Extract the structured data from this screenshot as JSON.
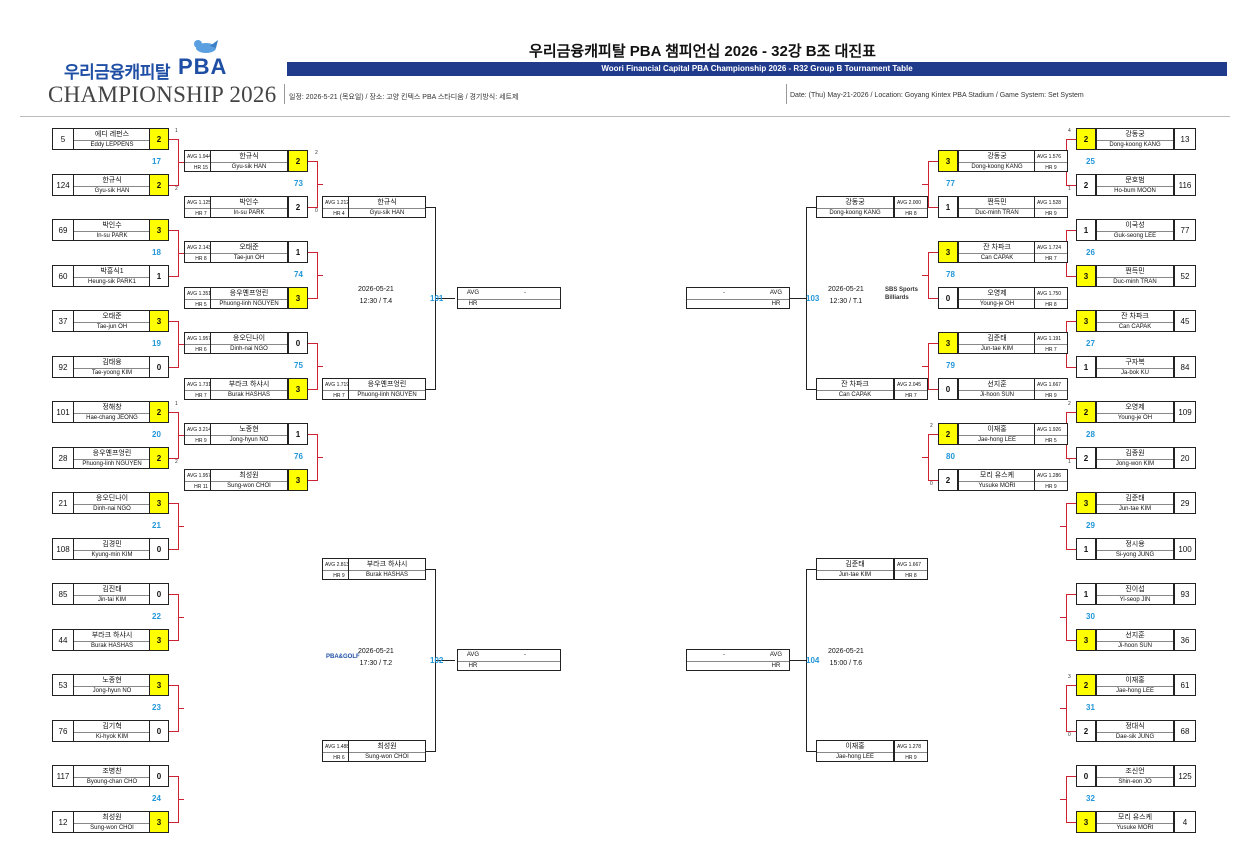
{
  "logo": {
    "ko": "우리금융캐피탈",
    "pba": "PBA",
    "champ": "CHAMPIONSHIP 2026"
  },
  "title": {
    "ko": "우리금융캐피탈 PBA 챔피언십 2026 - 32강 B조 대진표",
    "en": "Woori Financial Capital PBA Championship 2026 - R32 Group B Tournament Table",
    "info_ko": "일정: 2026-5-21 (목요일) / 장소: 고양 킨텍스 PBA 스타디움 / 경기방식: 세트제",
    "info_en": "Date: (Thu) May-21-2026 / Location: Goyang Kintex PBA Stadium / Game System: Set System"
  },
  "labels": {
    "avg": "AVG",
    "hr": "HR",
    "dash": "-"
  },
  "r1": [
    {
      "seed": "5",
      "ko": "에디 레펀스",
      "en": "Eddy LEPPENS",
      "score": "2",
      "win": true,
      "tb": "1"
    },
    {
      "seed": "124",
      "ko": "한규식",
      "en": "Gyu-sik HAN",
      "score": "2",
      "win": true,
      "tb": "2"
    },
    {
      "seed": "69",
      "ko": "박인수",
      "en": "In-su PARK",
      "score": "3",
      "win": true,
      "tb": ""
    },
    {
      "seed": "60",
      "ko": "박흥식1",
      "en": "Heung-sik PARK1",
      "score": "1",
      "win": false,
      "tb": ""
    },
    {
      "seed": "37",
      "ko": "오태준",
      "en": "Tae-jun OH",
      "score": "3",
      "win": true,
      "tb": ""
    },
    {
      "seed": "92",
      "ko": "김태융",
      "en": "Tae-yoong KIM",
      "score": "0",
      "win": false,
      "tb": ""
    },
    {
      "seed": "101",
      "ko": "정해창",
      "en": "Hae-chang JEONG",
      "score": "2",
      "win": true,
      "tb": "1"
    },
    {
      "seed": "28",
      "ko": "응우옌프엉린",
      "en": "Phuong-linh NGUYEN",
      "score": "2",
      "win": true,
      "tb": "2"
    },
    {
      "seed": "21",
      "ko": "응오딘나이",
      "en": "Dinh-nai NGO",
      "score": "3",
      "win": true,
      "tb": ""
    },
    {
      "seed": "108",
      "ko": "김경민",
      "en": "Kyung-min KIM",
      "score": "0",
      "win": false,
      "tb": ""
    },
    {
      "seed": "85",
      "ko": "김진태",
      "en": "Jin-tai KIM",
      "score": "0",
      "win": false,
      "tb": ""
    },
    {
      "seed": "44",
      "ko": "부라크 하샤시",
      "en": "Burak HASHAS",
      "score": "3",
      "win": true,
      "tb": ""
    },
    {
      "seed": "53",
      "ko": "노종현",
      "en": "Jong-hyun NO",
      "score": "3",
      "win": true,
      "tb": ""
    },
    {
      "seed": "76",
      "ko": "김기혁",
      "en": "Ki-hyok KIM",
      "score": "0",
      "win": false,
      "tb": ""
    },
    {
      "seed": "117",
      "ko": "조병찬",
      "en": "Byoung-chan CHO",
      "score": "0",
      "win": false,
      "tb": ""
    },
    {
      "seed": "12",
      "ko": "최성원",
      "en": "Sung-won CHOI",
      "score": "3",
      "win": true,
      "tb": ""
    }
  ],
  "r1_matches": [
    "17",
    "18",
    "19",
    "20",
    "21",
    "22",
    "23",
    "24"
  ],
  "r2": [
    {
      "avg": "AVG 1.944",
      "hr": "HR 15",
      "ko": "한규식",
      "en": "Gyu-sik HAN",
      "score": "2",
      "win": true,
      "tb": "2"
    },
    {
      "avg": "AVG 1.125",
      "hr": "HR 7",
      "ko": "박인수",
      "en": "In-su PARK",
      "score": "2",
      "win": false,
      "tb": "0"
    },
    {
      "avg": "AVG 2.143",
      "hr": "HR 8",
      "ko": "오태준",
      "en": "Tae-jun OH",
      "score": "1",
      "win": false,
      "tb": ""
    },
    {
      "avg": "AVG 1.351",
      "hr": "HR 5",
      "ko": "응우옌프엉린",
      "en": "Phuong-linh NGUYEN",
      "score": "3",
      "win": true,
      "tb": ""
    },
    {
      "avg": "AVG 1.957",
      "hr": "HR 6",
      "ko": "응오딘나이",
      "en": "Dinh-nai NGO",
      "score": "0",
      "win": false,
      "tb": ""
    },
    {
      "avg": "AVG 1.731",
      "hr": "HR 7",
      "ko": "부라크 하샤시",
      "en": "Burak HASHAS",
      "score": "3",
      "win": true,
      "tb": ""
    },
    {
      "avg": "AVG 3.214",
      "hr": "HR 9",
      "ko": "노종현",
      "en": "Jong-hyun NO",
      "score": "1",
      "win": false,
      "tb": ""
    },
    {
      "avg": "AVG 1.957",
      "hr": "HR 11",
      "ko": "최성원",
      "en": "Sung-won CHOI",
      "score": "3",
      "win": true,
      "tb": ""
    }
  ],
  "r2_matches": [
    "73",
    "74",
    "75",
    "76"
  ],
  "r3": [
    {
      "avg": "AVG 1.212",
      "hr": "HR 4",
      "ko": "한규식",
      "en": "Gyu-sik HAN"
    },
    {
      "avg": "AVG 1.719",
      "hr": "HR 7",
      "ko": "응우옌프엉린",
      "en": "Phuong-linh NGUYEN"
    },
    {
      "avg": "AVG 2.813",
      "hr": "HR 9",
      "ko": "부라크 하샤시",
      "en": "Burak HASHAS"
    },
    {
      "avg": "AVG 1.488",
      "hr": "HR 6",
      "ko": "최성원",
      "en": "Sung-won CHOI"
    }
  ],
  "left_finals": [
    {
      "date": "2026-05-21",
      "time": "12:30 / T.4",
      "match": "101"
    },
    {
      "date": "2026-05-21",
      "time": "17:30 / T.2",
      "match": "102"
    }
  ],
  "right_finals": [
    {
      "date": "2026-05-21",
      "time": "12:30 / T.1",
      "match": "103"
    },
    {
      "date": "2026-05-21",
      "time": "15:00 / T.6",
      "match": "104"
    }
  ],
  "sponsors": {
    "sbs": "SBS Sports Billiards",
    "pbagolf": "PBA&GOLF"
  },
  "rr1": [
    {
      "seed": "13",
      "ko": "강동궁",
      "en": "Dong-koong KANG",
      "score": "2",
      "win": true,
      "tb": "4"
    },
    {
      "seed": "116",
      "ko": "문호범",
      "en": "Ho-bum MOON",
      "score": "2",
      "win": false,
      "tb": "1"
    },
    {
      "seed": "77",
      "ko": "이국성",
      "en": "Guk-seong LEE",
      "score": "1",
      "win": false,
      "tb": ""
    },
    {
      "seed": "52",
      "ko": "쩐득민",
      "en": "Duc-minh TRAN",
      "score": "3",
      "win": true,
      "tb": ""
    },
    {
      "seed": "45",
      "ko": "잔 차파크",
      "en": "Can CAPAK",
      "score": "3",
      "win": true,
      "tb": ""
    },
    {
      "seed": "84",
      "ko": "구자복",
      "en": "Ja-bok KU",
      "score": "1",
      "win": false,
      "tb": ""
    },
    {
      "seed": "109",
      "ko": "오영제",
      "en": "Young-je OH",
      "score": "2",
      "win": true,
      "tb": "2"
    },
    {
      "seed": "20",
      "ko": "김종원",
      "en": "Jong-won KIM",
      "score": "2",
      "win": false,
      "tb": "1"
    },
    {
      "seed": "29",
      "ko": "김준태",
      "en": "Jun-tae KIM",
      "score": "3",
      "win": true,
      "tb": ""
    },
    {
      "seed": "100",
      "ko": "정시용",
      "en": "Si-yong JUNG",
      "score": "1",
      "win": false,
      "tb": ""
    },
    {
      "seed": "93",
      "ko": "진이섭",
      "en": "Yi-seop JIN",
      "score": "1",
      "win": false,
      "tb": ""
    },
    {
      "seed": "36",
      "ko": "선지훈",
      "en": "Ji-hoon SUN",
      "score": "3",
      "win": true,
      "tb": ""
    },
    {
      "seed": "61",
      "ko": "이재홍",
      "en": "Jae-hong LEE",
      "score": "2",
      "win": true,
      "tb": "3"
    },
    {
      "seed": "68",
      "ko": "정대식",
      "en": "Dae-sik JUNG",
      "score": "2",
      "win": false,
      "tb": "0"
    },
    {
      "seed": "125",
      "ko": "조신언",
      "en": "Shin-eon JO",
      "score": "0",
      "win": false,
      "tb": ""
    },
    {
      "seed": "4",
      "ko": "모리 유스케",
      "en": "Yusuke MORI",
      "score": "3",
      "win": true,
      "tb": ""
    }
  ],
  "rr1_matches": [
    "25",
    "26",
    "27",
    "28",
    "29",
    "30",
    "31",
    "32"
  ],
  "rr2": [
    {
      "avg": "AVG 1.576",
      "hr": "HR 9",
      "ko": "강동궁",
      "en": "Dong-koong KANG",
      "score": "3",
      "win": true,
      "tb": ""
    },
    {
      "avg": "AVG 1.528",
      "hr": "HR 9",
      "ko": "쩐득민",
      "en": "Duc-minh TRAN",
      "score": "1",
      "win": false,
      "tb": ""
    },
    {
      "avg": "AVG 1.724",
      "hr": "HR 7",
      "ko": "잔 차파크",
      "en": "Can CAPAK",
      "score": "3",
      "win": true,
      "tb": ""
    },
    {
      "avg": "AVG 1.750",
      "hr": "HR 8",
      "ko": "오영제",
      "en": "Young-je OH",
      "score": "0",
      "win": false,
      "tb": ""
    },
    {
      "avg": "AVG 1.191",
      "hr": "HR 7",
      "ko": "김준태",
      "en": "Jun-tae KIM",
      "score": "3",
      "win": true,
      "tb": ""
    },
    {
      "avg": "AVG 1.667",
      "hr": "HR 9",
      "ko": "선지훈",
      "en": "Ji-hoon SUN",
      "score": "0",
      "win": false,
      "tb": ""
    },
    {
      "avg": "AVG 1.926",
      "hr": "HR 5",
      "ko": "이재홍",
      "en": "Jae-hong LEE",
      "score": "2",
      "win": true,
      "tb": "2"
    },
    {
      "avg": "AVG 1.286",
      "hr": "HR 9",
      "ko": "모리 유스케",
      "en": "Yusuke MORI",
      "score": "2",
      "win": false,
      "tb": "0"
    }
  ],
  "rr2_matches": [
    "77",
    "78",
    "79",
    "80"
  ],
  "rr3": [
    {
      "avg": "AVG 2.000",
      "hr": "HR 8",
      "ko": "강동궁",
      "en": "Dong-koong KANG"
    },
    {
      "avg": "AVG 2.045",
      "hr": "HR 7",
      "ko": "잔 차파크",
      "en": "Can CAPAK"
    },
    {
      "avg": "AVG 1.667",
      "hr": "HR 8",
      "ko": "김준태",
      "en": "Jun-tae KIM"
    },
    {
      "avg": "AVG 1.278",
      "hr": "HR 9",
      "ko": "이재홍",
      "en": "Jae-hong LEE"
    }
  ]
}
